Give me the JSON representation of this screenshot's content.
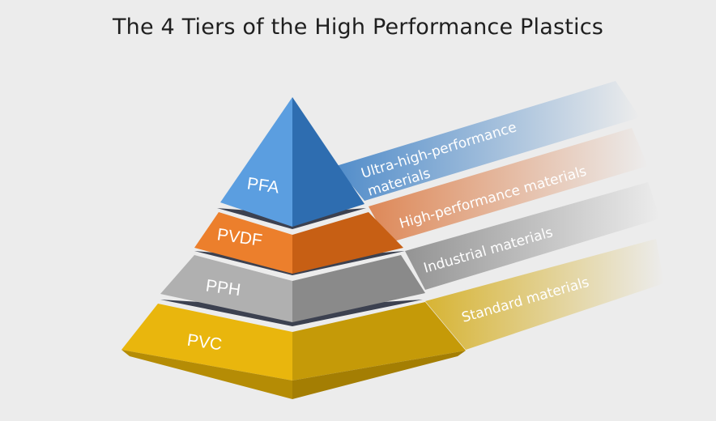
{
  "title": "The 4 Tiers of the High Performance Plastics",
  "tiers": [
    {
      "name": "PFA",
      "label_line1": "Ultra-high-performance",
      "label_line2": "materials",
      "color": "#3a7fc8"
    },
    {
      "name": "PVDF",
      "label": "High-performance materials",
      "color": "#e07a30"
    },
    {
      "name": "PPH",
      "label": "Industrial materials",
      "color": "#a0a0a0"
    },
    {
      "name": "PVC",
      "label": "Standard materials",
      "color": "#e6b800"
    }
  ]
}
